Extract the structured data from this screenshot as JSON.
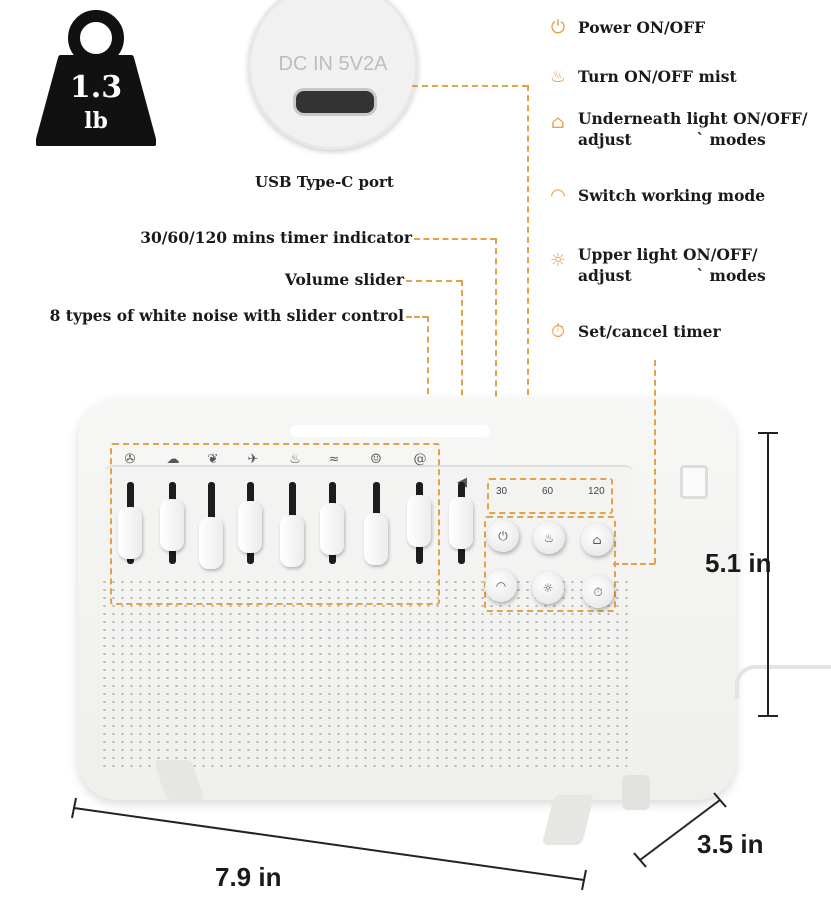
{
  "weight": {
    "value": "1.3",
    "unit": "lb"
  },
  "port": {
    "printed": "DC IN 5V2A",
    "label": "USB Type-C port"
  },
  "callouts": {
    "timer_indicator": "30/60/120 mins timer indicator",
    "volume": "Volume slider",
    "noise": "8 types of white noise with slider control"
  },
  "legend": [
    {
      "icon": "power-icon",
      "line1": "Power ON/OFF"
    },
    {
      "icon": "mist-icon",
      "line1": "Turn ON/OFF mist"
    },
    {
      "icon": "underneath-light-icon",
      "line1": "Underneath light ON/OFF/",
      "line2": "adjust            ` modes"
    },
    {
      "icon": "mode-icon",
      "line1": "Switch working mode"
    },
    {
      "icon": "upper-light-icon",
      "line1": "Upper light ON/OFF/",
      "line2": "adjust            ` modes"
    },
    {
      "icon": "timer-icon",
      "line1": "Set/cancel timer"
    }
  ],
  "timer_marks": [
    "30",
    "60",
    "120"
  ],
  "noise_sliders": [
    0.55,
    0.35,
    0.8,
    0.4,
    0.75,
    0.45,
    0.7,
    0.25
  ],
  "volume_level": 0.3,
  "dimensions": {
    "height": "5.1 in",
    "width": "7.9 in",
    "depth": "3.5 in"
  },
  "accent": "#e3a24a"
}
